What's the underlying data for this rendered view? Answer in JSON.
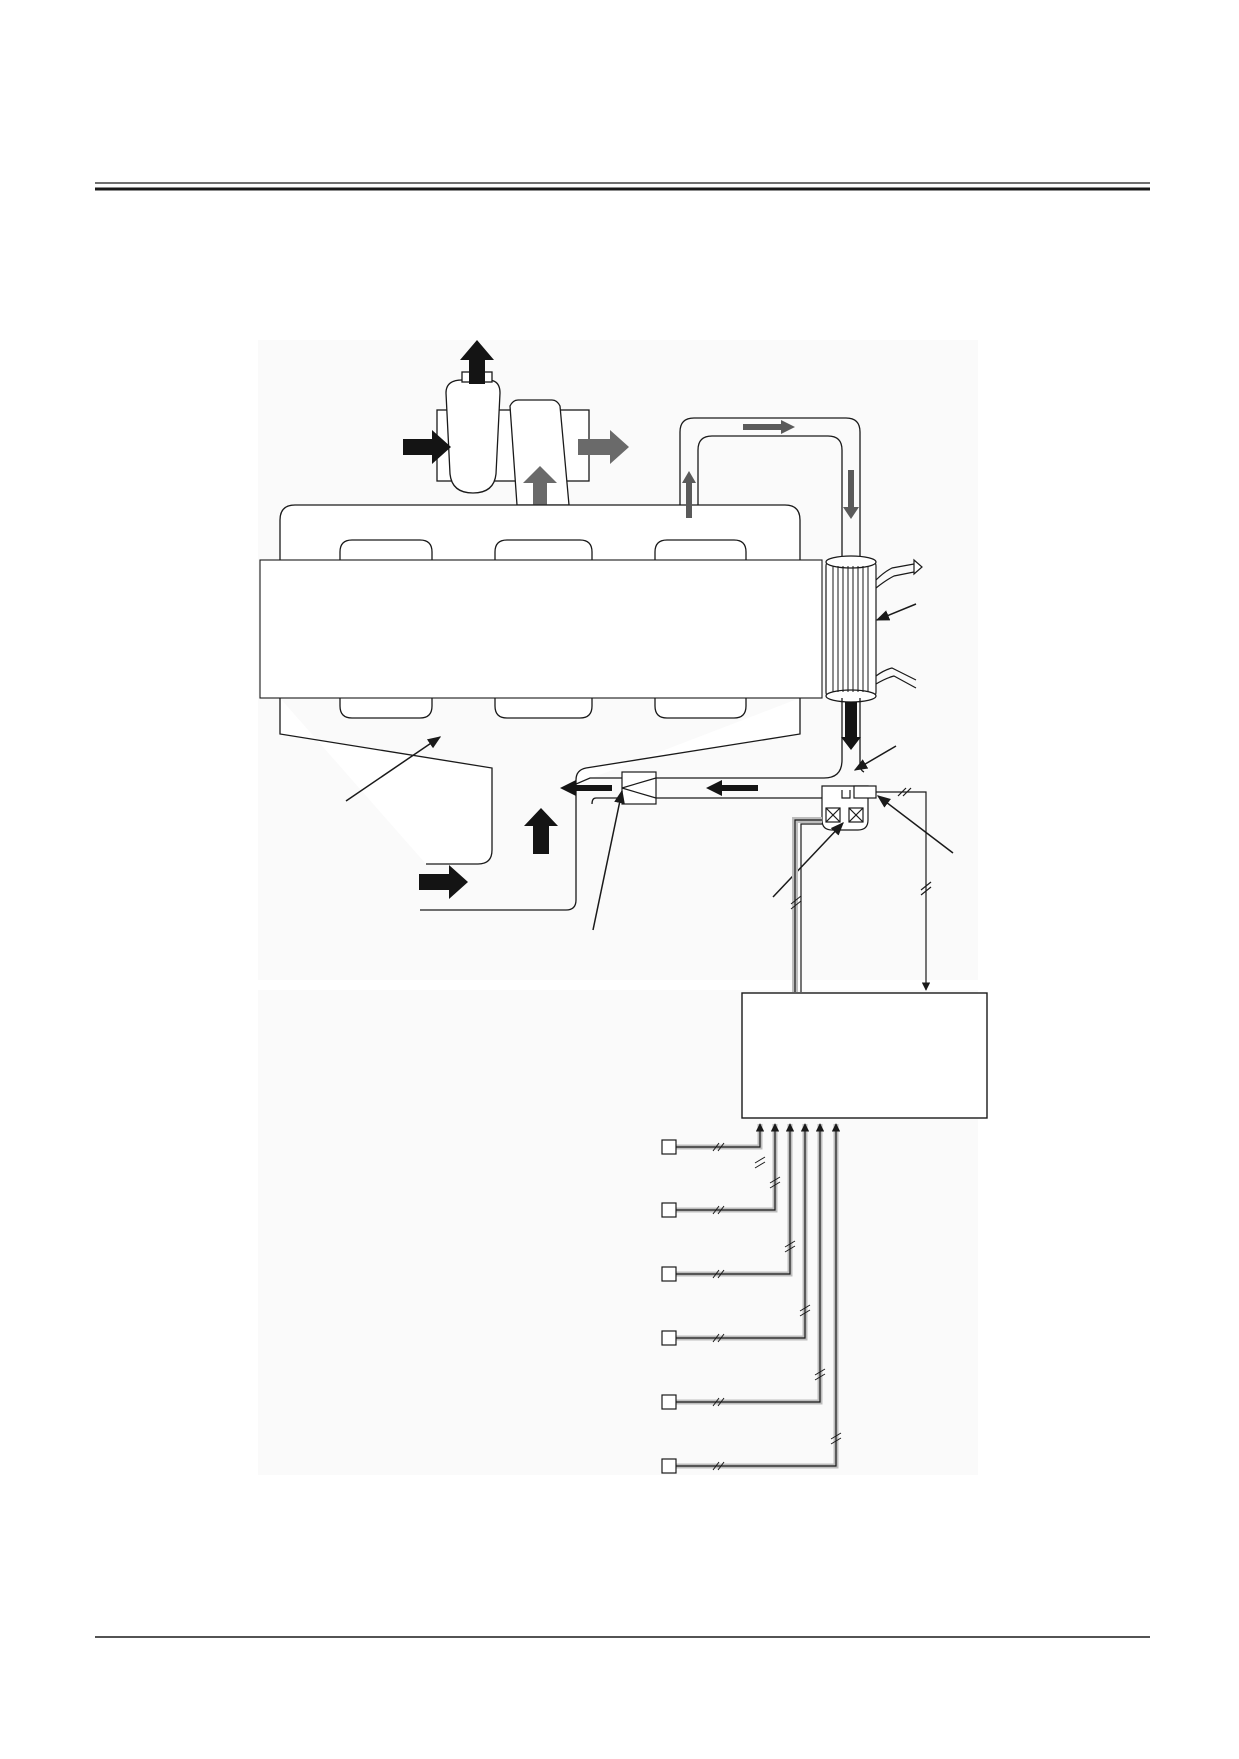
{
  "page": {
    "header_rule": "double-line",
    "footer_rule": "single-line"
  },
  "diagram": {
    "kind": "engine-cooling-schematic",
    "colors": {
      "line": "#1a1a1a",
      "arrow_dark": "#141414",
      "arrow_mid": "#5a5a5a",
      "panel_bg": "#fafafa",
      "signal_shadow": "#bdbdbd"
    },
    "sensor_inputs_count": 6
  }
}
